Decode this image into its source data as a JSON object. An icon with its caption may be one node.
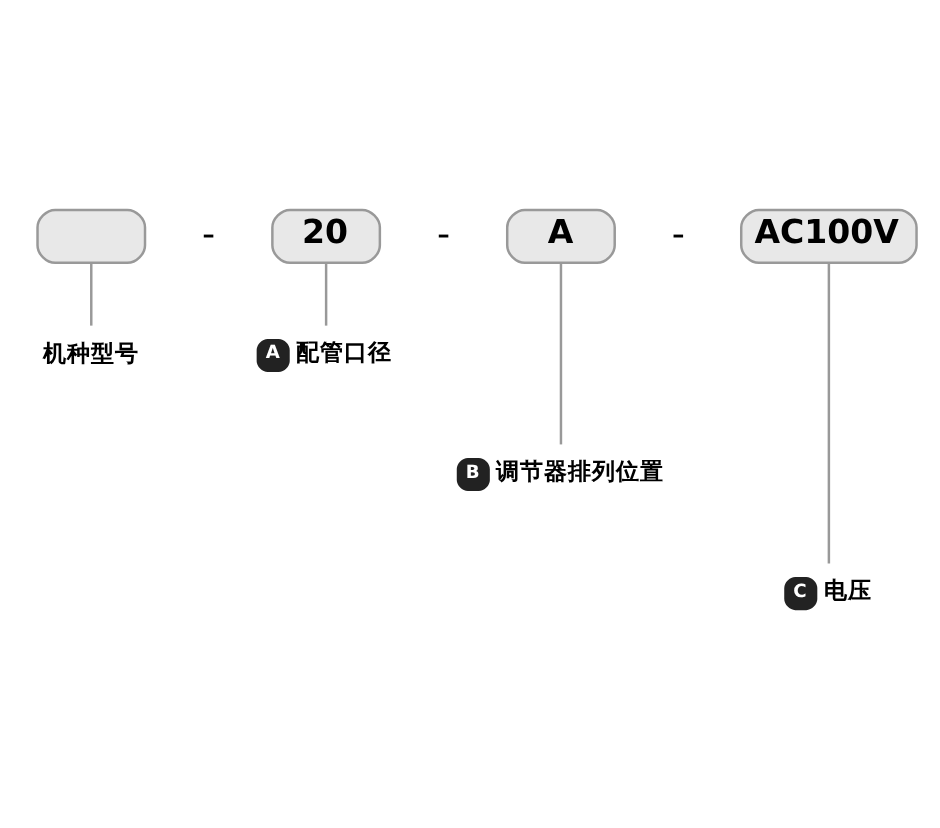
{
  "diagram": {
    "nodes": [
      {
        "text": [],
        "shape": "box"
      },
      {
        "text": [
          "20"
        ]
      },
      {
        "text": [
          "A"
        ]
      },
      {
        "text": [
          "AC100V"
        ]
      },
      {
        "text": [
          "机种型号"
        ]
      },
      {
        "text": [
          "A",
          "配管口径"
        ]
      },
      {
        "text": [
          "B",
          "调节器排列位置"
        ]
      },
      {
        "text": [
          "C",
          "电压"
        ]
      }
    ],
    "edges": [
      {
        "from": 0,
        "to": 4,
        "arrow": "none"
      },
      {
        "from": 1,
        "to": 5,
        "arrow": "none"
      },
      {
        "from": 2,
        "to": 6,
        "arrow": "none"
      },
      {
        "from": 3,
        "to": 7,
        "arrow": "none"
      }
    ],
    "labels": [
      "-",
      "-",
      "-"
    ]
  }
}
